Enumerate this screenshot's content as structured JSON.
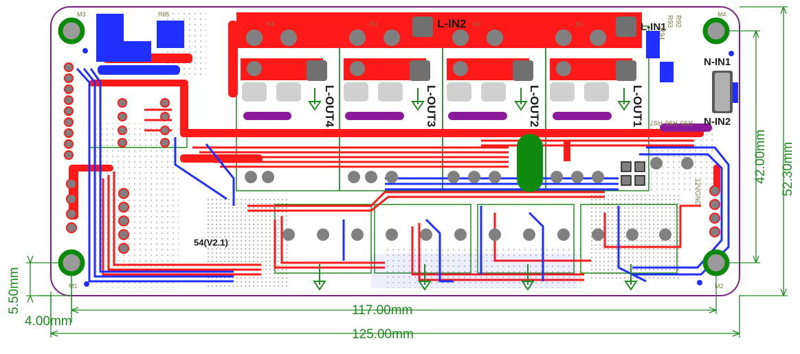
{
  "colors": {
    "board_outline": "#7b1f86",
    "top_copper": "#ff1a1a",
    "bottom_copper": "#1f2fff",
    "pad": "#6b6b6b",
    "mount_ring": "#0a8a0a",
    "dimension": "#1f8a1f",
    "silkscreen_purple": "#8b1a9a",
    "crystal": "#0f8a0f",
    "dot_grid": "#c8c8c8"
  },
  "labels": {
    "l_in1": "L-IN1",
    "l_in2": "L-IN2",
    "n_in1": "N-IN1",
    "n_in2": "N-IN2",
    "l_out1": "L-OUT1",
    "l_out2": "L-OUT2",
    "l_out3": "L-OUT3",
    "l_out4": "L-OUT4",
    "version": "54(V2.1)",
    "mount_m1": "M1",
    "mount_m2": "M2",
    "mount_m3": "M3",
    "mount_m4": "M4"
  },
  "dimensions": {
    "width_inner": "117.00mm",
    "width_total": "125.00mm",
    "height_inner": "42.00mm",
    "height_total": "52.30mm",
    "offset_y": "5.50mm",
    "offset_x": "4.00mm"
  },
  "silk_small": {
    "r92": "R92",
    "r93": "R93",
    "r94": "R94",
    "r95": "R95",
    "r96": "R96",
    "r97": "R97",
    "r85": "R85",
    "k1": "K1",
    "k2": "K2",
    "k3": "K3",
    "k4": "K4",
    "vcc": "12VGND"
  }
}
